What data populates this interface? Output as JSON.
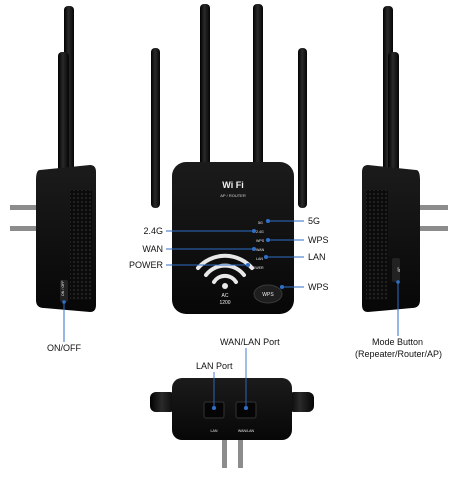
{
  "device": {
    "logo_text": "Wi Fi",
    "mode_text": "AP / ROUTER",
    "model_top": "AC",
    "model_bottom": "1200",
    "button_label": "WPS",
    "led_labels": [
      "5G",
      "2.4G",
      "WPS",
      "WAN",
      "LAN",
      "POWER"
    ],
    "side_small_left": "ON / OFF",
    "side_small_right": "AP",
    "port_lan_small": "LAN",
    "port_wan_small": "WAN/LAN"
  },
  "callouts": {
    "g24": "2.4G",
    "wan": "WAN",
    "power": "POWER",
    "g5": "5G",
    "wps_led": "WPS",
    "lan": "LAN",
    "wps_button": "WPS",
    "onoff": "ON/OFF",
    "mode_button_title": "Mode Button",
    "mode_button_sub": "(Repeater/Router/AP)",
    "wan_lan_port": "WAN/LAN Port",
    "lan_port": "LAN Port"
  },
  "colors": {
    "device_black": "#111111",
    "callout_line": "#2f6fc7",
    "callout_dot": "#2f6fc7",
    "background": "#ffffff"
  }
}
